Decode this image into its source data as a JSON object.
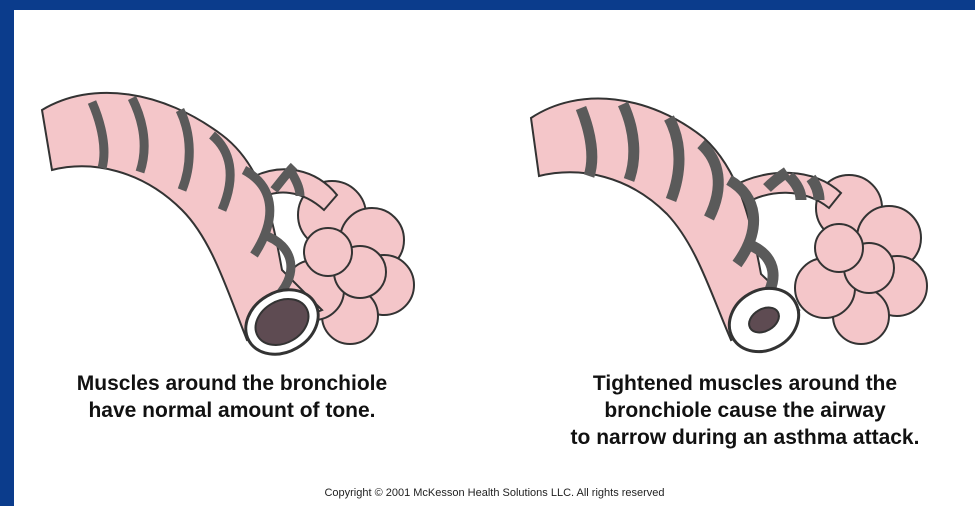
{
  "colors": {
    "frame": "#0b3c8c",
    "background": "#ffffff",
    "tissue": "#f4c6c9",
    "muscle_band": "#5a5a5a",
    "lumen": "#5e4b52",
    "text": "#111111"
  },
  "panels": [
    {
      "state": "normal",
      "caption_lines": [
        "Muscles around the bronchiole",
        "have normal amount of tone."
      ]
    },
    {
      "state": "constricted",
      "caption_lines": [
        "Tightened muscles around the",
        "bronchiole cause the airway",
        "to narrow during an asthma attack."
      ]
    }
  ],
  "copyright": "Copyright © 2001 McKesson Health Solutions LLC. All rights reserved"
}
